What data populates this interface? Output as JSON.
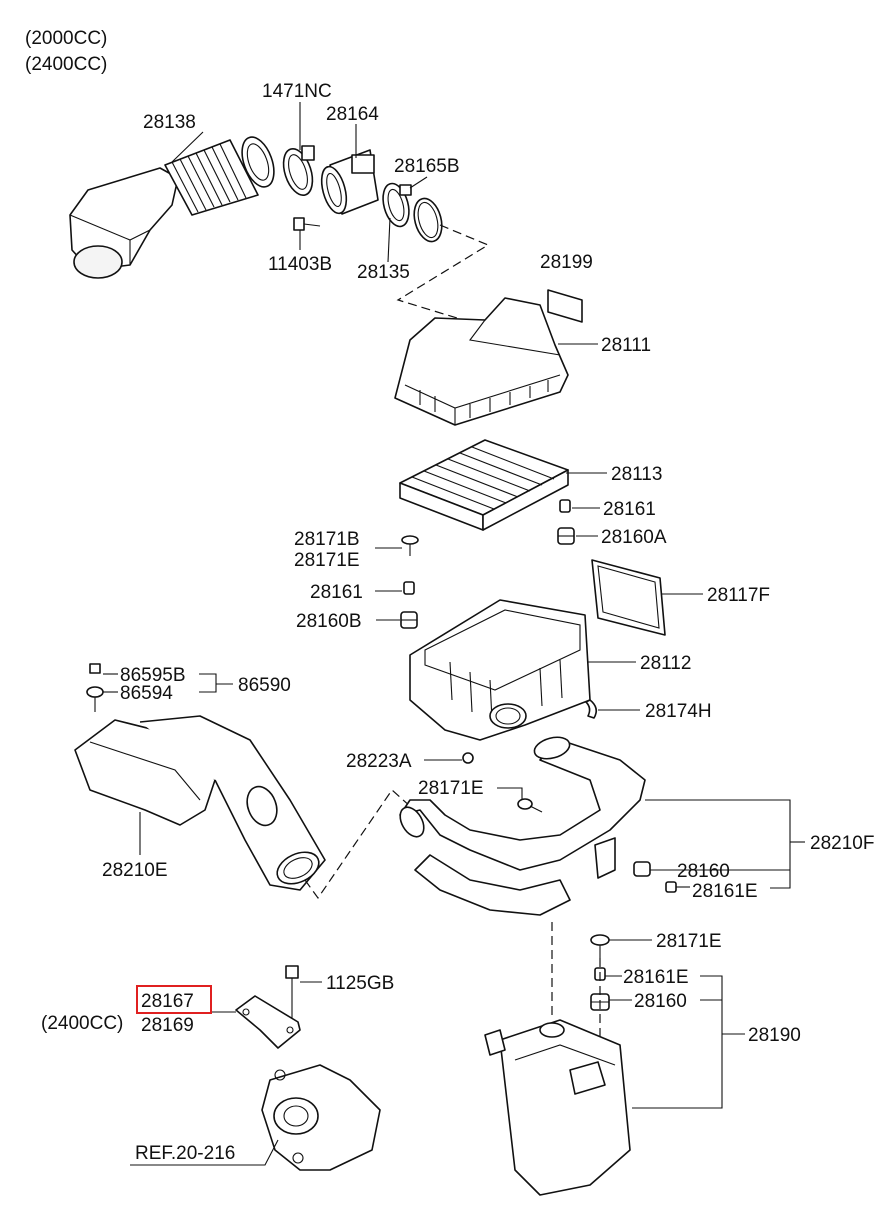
{
  "variants": {
    "line1": "(2000CC)",
    "line2": "(2400CC)"
  },
  "labels": {
    "p1471NC": "1471NC",
    "p28138": "28138",
    "p28164": "28164",
    "p28165B": "28165B",
    "p11403B": "11403B",
    "p28135": "28135",
    "p28199": "28199",
    "p28111": "28111",
    "p28113": "28113",
    "p28161_top": "28161",
    "p28171B": "28171B",
    "p28171E_top": "28171E",
    "p28160A": "28160A",
    "p28161_mid": "28161",
    "p28117F": "28117F",
    "p28160B": "28160B",
    "p28112": "28112",
    "p86595B": "86595B",
    "p86594": "86594",
    "p86590": "86590",
    "p28174H": "28174H",
    "p28223A": "28223A",
    "p28171E_mid": "28171E",
    "p28210F": "28210F",
    "p28210E": "28210E",
    "p28160_mid": "28160",
    "p28161E_mid": "28161E",
    "p28171E_low": "28171E",
    "p1125GB": "1125GB",
    "p28161E_low": "28161E",
    "p28167": "28167",
    "p28160_low": "28160",
    "p2400CC_low": "(2400CC)",
    "p28169": "28169",
    "p28190": "28190",
    "ref": "REF.20-216"
  },
  "highlight": {
    "part": "28167",
    "color": "#e02020"
  }
}
